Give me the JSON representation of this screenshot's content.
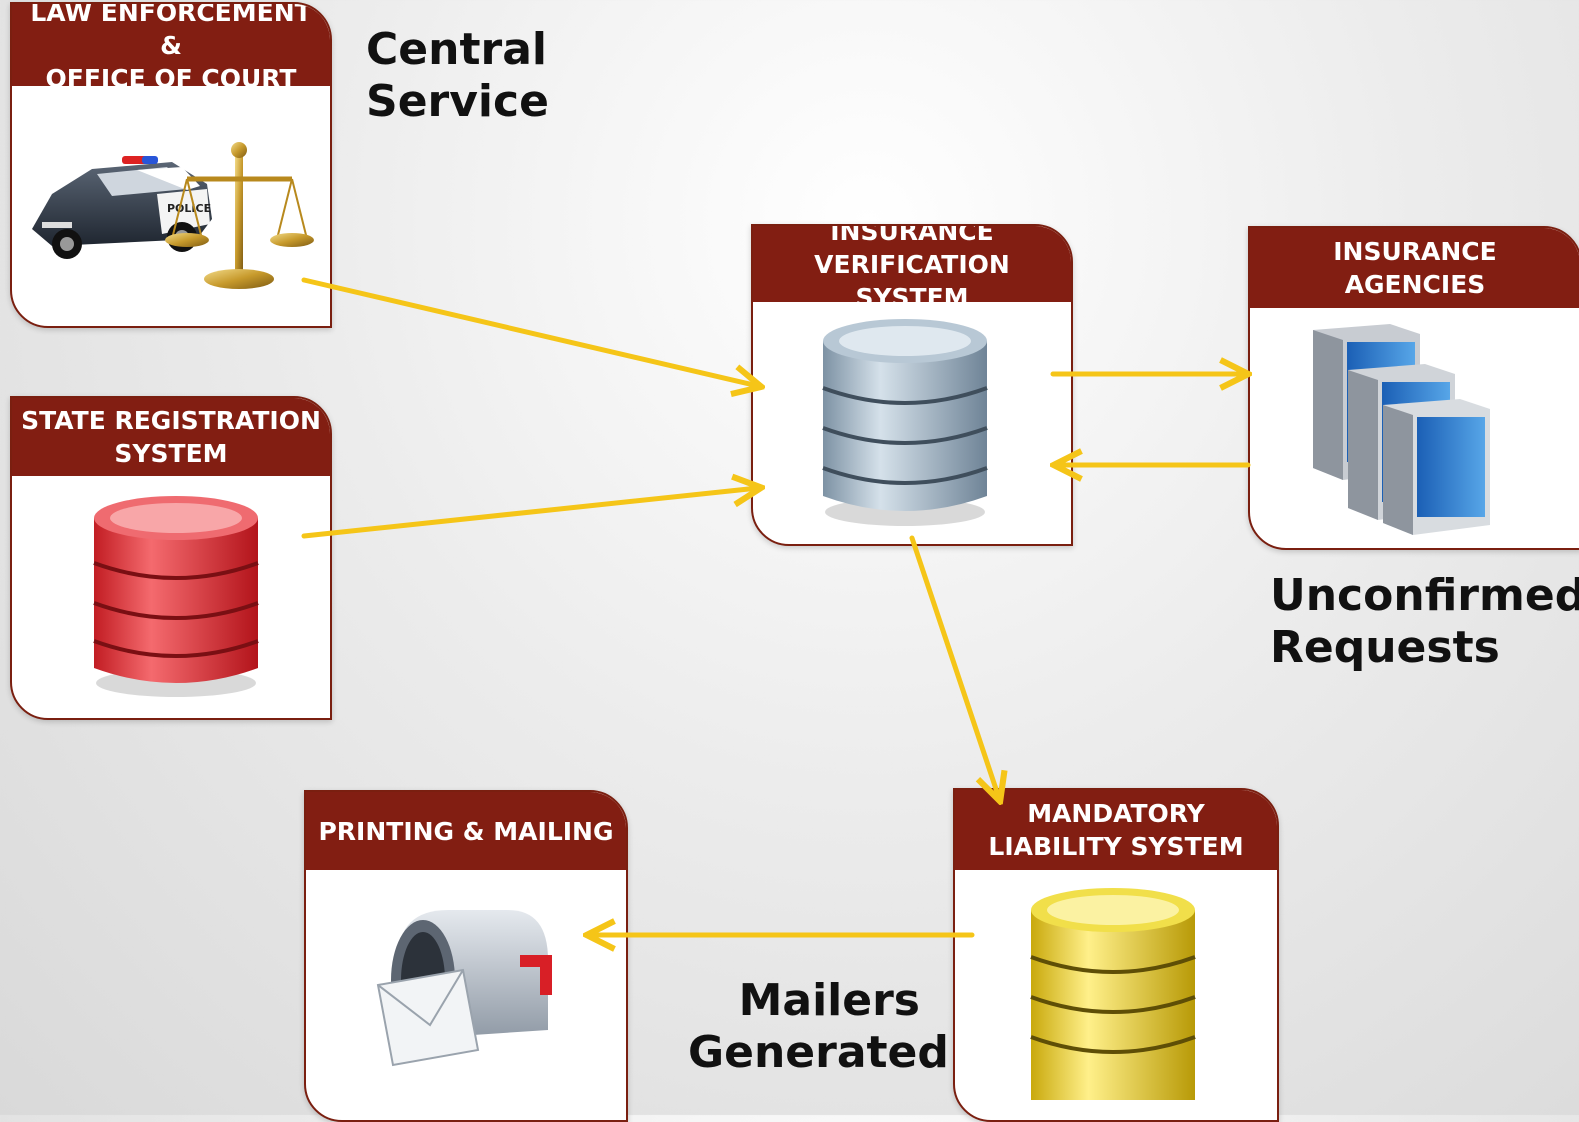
{
  "nodes": {
    "law": {
      "title": "LAW ENFORCEMENT &\nOFFICE OF COURT",
      "icon": "police-car-and-scales-icon"
    },
    "state": {
      "title": "STATE REGISTRATION\nSYSTEM",
      "icon": "red-database-icon"
    },
    "ivs": {
      "title": "INSURANCE\nVERIFICATION SYSTEM",
      "icon": "gray-database-icon"
    },
    "agencies": {
      "title": "INSURANCE\nAGENCIES",
      "icon": "server-stack-icon"
    },
    "mandatory": {
      "title": "MANDATORY\nLIABILITY SYSTEM",
      "icon": "yellow-database-icon"
    },
    "printing": {
      "title": "PRINTING & MAILING",
      "icon": "mailbox-icon"
    }
  },
  "captions": {
    "central": "Central\nService",
    "unconfirmed": "Unconfirmed\nRequests",
    "mailers": "Mailers\nGenerated"
  },
  "colors": {
    "header": "#821e12",
    "arrow": "#f5c518",
    "red_db": "#e0343a",
    "gray_db": "#a9bccb",
    "yellow_db": "#ecd12a"
  }
}
